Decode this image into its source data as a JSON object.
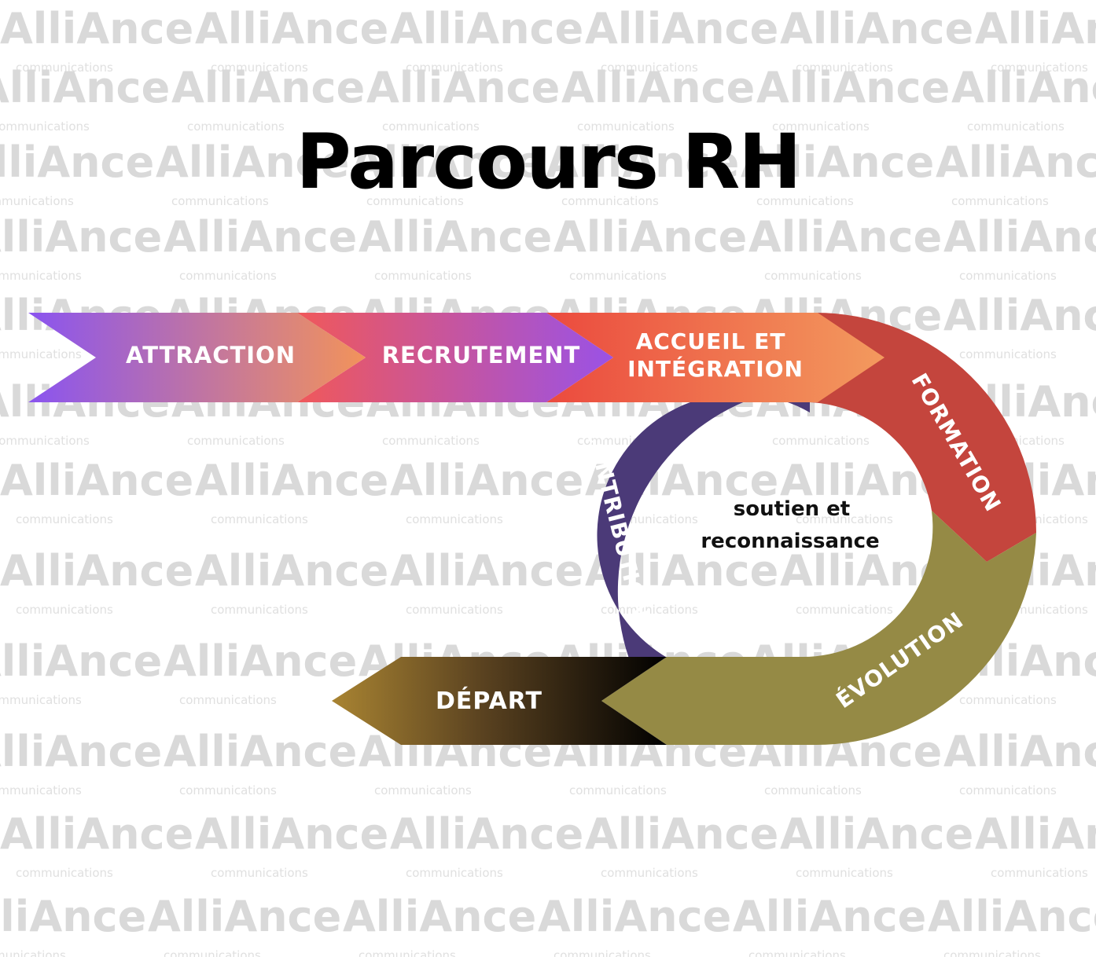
{
  "watermark": {
    "brand": "AlliAnce",
    "tagline": "communications"
  },
  "title": "Parcours RH",
  "stages": {
    "attraction": "ATTRACTION",
    "recrutement": "RECRUTEMENT",
    "accueil_line1": "ACCUEIL ET",
    "accueil_line2": "INTÉGRATION",
    "formation": "FORMATION",
    "evolution": "ÉVOLUTION",
    "contribution": "CONTRIBUTION",
    "depart": "DÉPART"
  },
  "center": {
    "line1": "soutien et",
    "line2": "reconnaissance"
  },
  "colors": {
    "attraction": [
      "#8a54f0",
      "#f2935a"
    ],
    "recrutement": [
      "#f0585a",
      "#9a52e6"
    ],
    "accueil": [
      "#eb4a3e",
      "#f39a5e"
    ],
    "formation": "#c4453d",
    "evolution": "#958a45",
    "contribution": "#4b3a78",
    "depart": [
      "#a98432",
      "#000000"
    ]
  }
}
